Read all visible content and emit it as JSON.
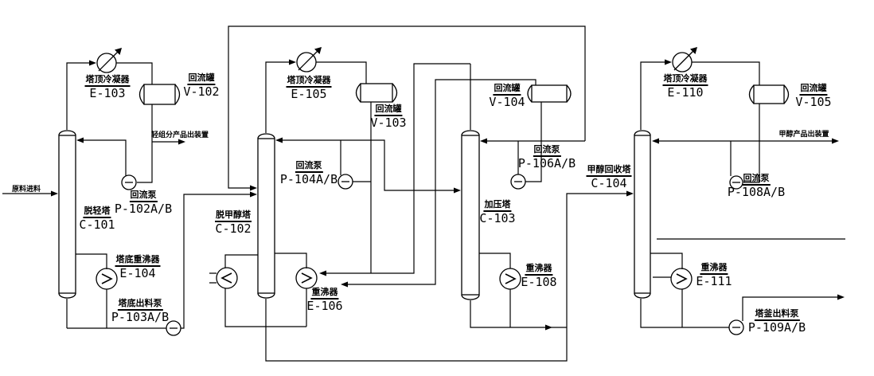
{
  "diagram_type": "process-flow-diagram",
  "colors": {
    "line": "#000000",
    "background": "#ffffff"
  },
  "streams": {
    "feed": "原料进料",
    "light_product": "轻组分产品出装置",
    "methanol_product": "甲醇产品出装置"
  },
  "equipment": {
    "c101": {
      "name": "脱轻塔",
      "tag": "C-101"
    },
    "c102": {
      "name": "脱甲醇塔",
      "tag": "C-102"
    },
    "c103": {
      "name": "加压塔",
      "tag": "C-103"
    },
    "c104": {
      "name": "甲醇回收塔",
      "tag": "C-104"
    },
    "e103": {
      "name": "塔顶冷凝器",
      "tag": "E-103"
    },
    "e104": {
      "name": "塔底重沸器",
      "tag": "E-104"
    },
    "e105": {
      "name": "塔顶冷凝器",
      "tag": "E-105"
    },
    "e106": {
      "name": "重沸器",
      "tag": "E-106"
    },
    "e108": {
      "name": "重沸器",
      "tag": "E-108"
    },
    "e110": {
      "name": "塔顶冷凝器",
      "tag": "E-110"
    },
    "e111": {
      "name": "重沸器",
      "tag": "E-111"
    },
    "v102": {
      "name": "回流罐",
      "tag": "V-102"
    },
    "v103": {
      "name": "回流罐",
      "tag": "V-103"
    },
    "v104": {
      "name": "回流罐",
      "tag": "V-104"
    },
    "v105": {
      "name": "回流罐",
      "tag": "V-105"
    },
    "p102": {
      "name": "回流泵",
      "tag": "P-102A/B"
    },
    "p103": {
      "name": "塔底出料泵",
      "tag": "P-103A/B"
    },
    "p104": {
      "name": "回流泵",
      "tag": "P-104A/B"
    },
    "p106": {
      "name": "回流泵",
      "tag": "P-106A/B"
    },
    "p108": {
      "name": "回流泵",
      "tag": "P-108A/B"
    },
    "p109": {
      "name": "塔釜出料泵",
      "tag": "P-109A/B"
    }
  }
}
